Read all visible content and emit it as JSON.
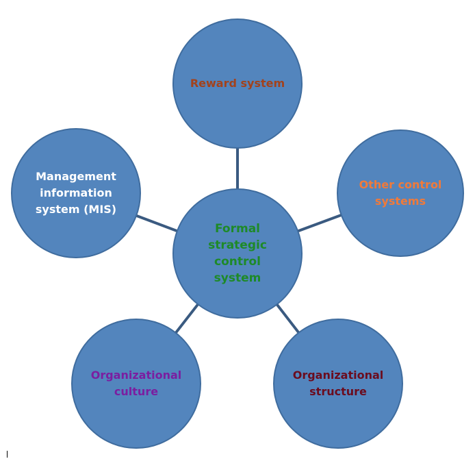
{
  "diagram": {
    "type": "hub-and-spoke",
    "circle_fill": "#5385bd",
    "connector_color": "#3a5a80",
    "center": {
      "id": "formal-strategic-control-system",
      "lines": [
        "Formal",
        "strategic",
        "control",
        "system"
      ],
      "text_color": "#1e8a28"
    },
    "nodes": [
      {
        "id": "reward-system",
        "lines": [
          "Reward system"
        ],
        "text_color": "#a2421c"
      },
      {
        "id": "other-control-systems",
        "lines": [
          "Other control",
          "systems"
        ],
        "text_color": "#f07a3a"
      },
      {
        "id": "organizational-structure",
        "lines": [
          "Organizational",
          "structure"
        ],
        "text_color": "#6b0c1e"
      },
      {
        "id": "organizational-culture",
        "lines": [
          "Organizational",
          "culture"
        ],
        "text_color": "#7b1ea0"
      },
      {
        "id": "management-information-system",
        "lines": [
          "Management",
          "information",
          "system (MIS)"
        ],
        "text_color": "#ffffff"
      }
    ]
  }
}
